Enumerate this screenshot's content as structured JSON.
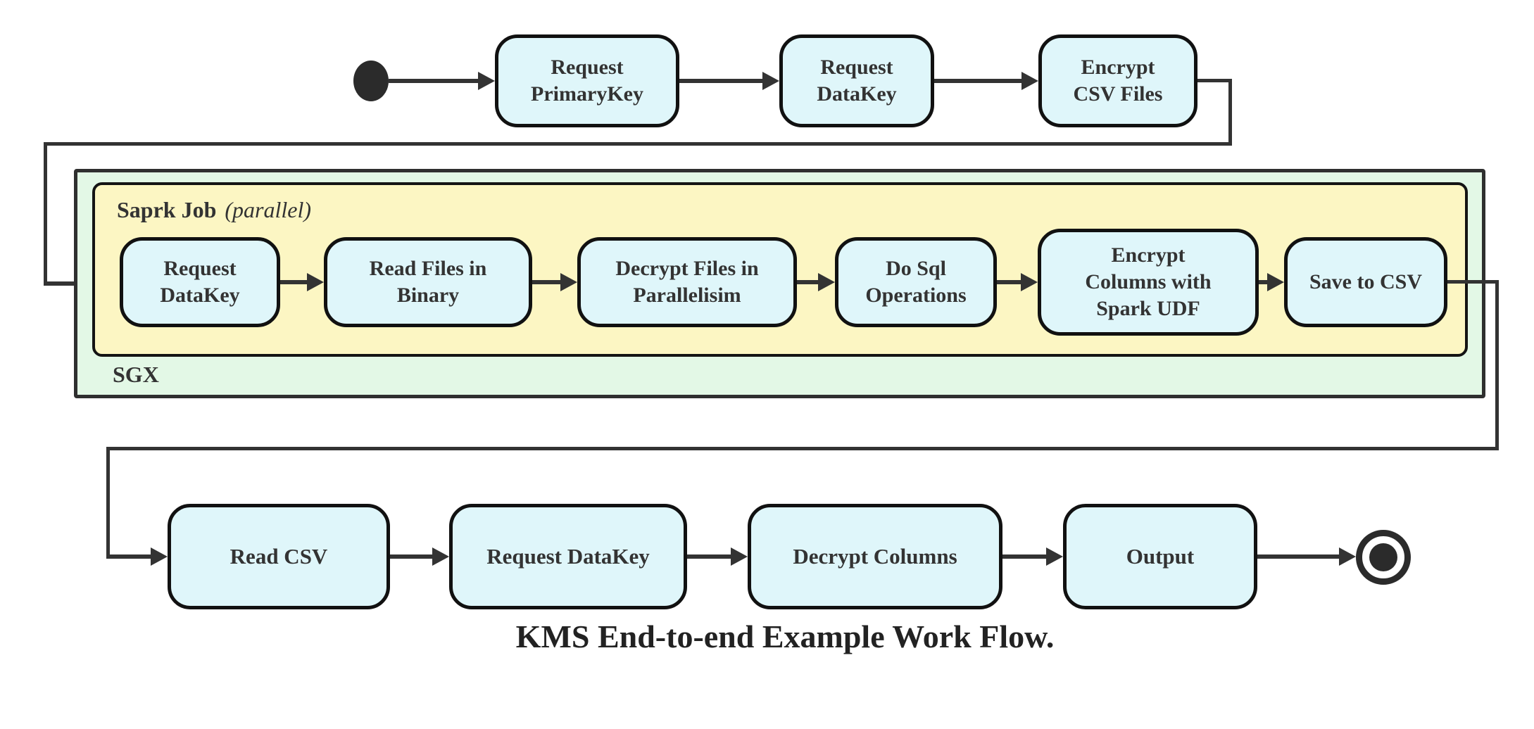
{
  "title": "KMS End-to-end Example Work Flow.",
  "containers": {
    "sgx_label": "SGX",
    "spark_job_label": "Saprk Job",
    "spark_job_qualifier": "(parallel)"
  },
  "nodes": {
    "top": [
      "Request\nPrimaryKey",
      "Request\nDataKey",
      "Encrypt\nCSV Files"
    ],
    "middle": [
      "Request\nDataKey",
      "Read Files in\nBinary",
      "Decrypt Files in\nParallelisim",
      "Do Sql\nOperations",
      "Encrypt\nColumns with\nSpark UDF",
      "Save to CSV"
    ],
    "bottom": [
      "Read CSV",
      "Request DataKey",
      "Decrypt Columns",
      "Output"
    ]
  },
  "markers": {
    "start": "start-state",
    "end": "end-state"
  },
  "colors": {
    "node_fill": "#dff6fa",
    "node_border": "#111111",
    "spark_job_fill": "#fcf6c3",
    "sgx_fill": "#e3f8e6",
    "line": "#333333",
    "text": "#333333",
    "background": "#ffffff"
  }
}
